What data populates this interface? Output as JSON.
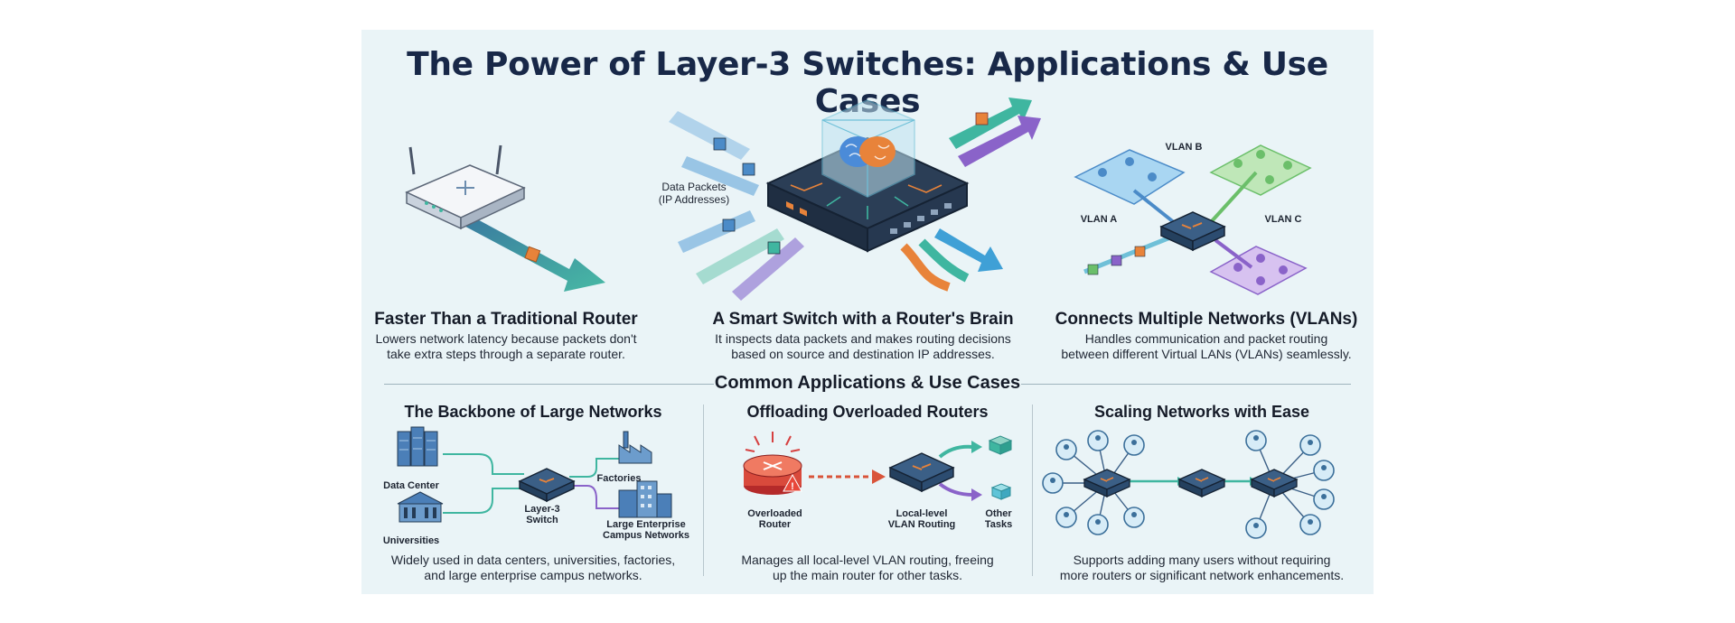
{
  "title": "The Power of Layer-3 Switches: Applications & Use Cases",
  "features": [
    {
      "title": "Faster Than a Traditional Router",
      "desc_lines": [
        "Lowers network latency because packets don't",
        "take extra steps through a separate router."
      ]
    },
    {
      "title": "A Smart Switch with a Router's Brain",
      "desc_lines": [
        "It inspects data packets and makes routing decisions",
        "based on source and destination IP addresses."
      ]
    },
    {
      "title": "Connects Multiple Networks (VLANs)",
      "desc_lines": [
        "Handles communication and packet routing",
        "between different Virtual LANs (VLANs) seamlessly."
      ]
    }
  ],
  "hero_labels": {
    "data_packets": [
      "Data Packets",
      "(IP Addresses)"
    ],
    "vlan_a": "VLAN A",
    "vlan_b": "VLAN B",
    "vlan_c": "VLAN C"
  },
  "section_title": "Common Applications & Use Cases",
  "use_cases": [
    {
      "title": "The Backbone of Large Networks",
      "labels": {
        "data_center": "Data Center",
        "universities": "Universities",
        "layer3_switch": [
          "Layer-3",
          "Switch"
        ],
        "factories": "Factories",
        "enterprise": [
          "Large Enterprise",
          "Campus Networks"
        ]
      },
      "desc_lines": [
        "Widely used in data centers, universities, factories,",
        "and large enterprise campus networks."
      ]
    },
    {
      "title": "Offloading Overloaded Routers",
      "labels": {
        "overloaded_router": [
          "Overloaded",
          "Router"
        ],
        "local_routing": [
          "Local-level",
          "VLAN Routing"
        ],
        "other_tasks": [
          "Other",
          "Tasks"
        ]
      },
      "desc_lines": [
        "Manages all local-level VLAN routing, freeing",
        "up the main router for other tasks."
      ]
    },
    {
      "title": "Scaling Networks with Ease",
      "labels": {},
      "desc_lines": [
        "Supports adding many users without requiring",
        "more routers or significant network enhancements."
      ]
    }
  ],
  "colors": {
    "background": "#eaf4f7",
    "title": "#182848",
    "teal": "#2f8f8a",
    "orange": "#e8833a",
    "purple": "#8a63c9",
    "green": "#6bbf6a",
    "blue": "#4b8bc8"
  }
}
